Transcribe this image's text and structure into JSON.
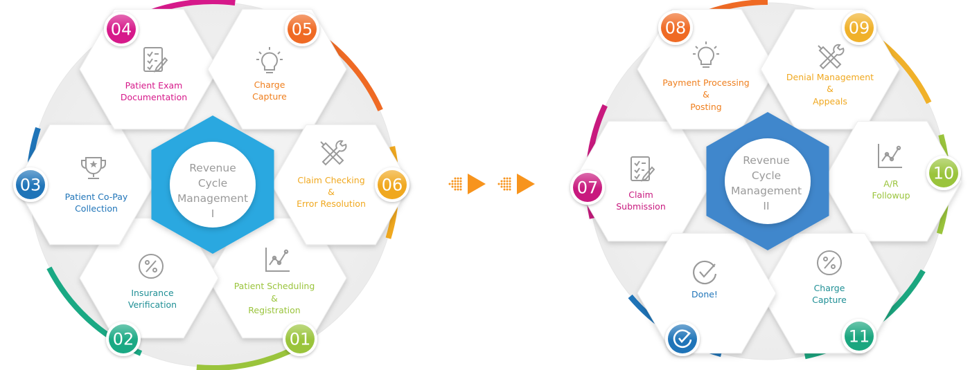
{
  "cycles": [
    {
      "center": {
        "lines": [
          "Revenue",
          "Cycle",
          "Management",
          "I"
        ],
        "color": "#2aa8e0"
      },
      "steps": [
        {
          "num": "01",
          "label": [
            "Patient Scheduling",
            "&",
            "Registration"
          ],
          "color": "#9ac43c",
          "icon": "line-chart-icon"
        },
        {
          "num": "02",
          "label": [
            "Insurance",
            "Verification"
          ],
          "color": "#1aa984",
          "icon": "percent-icon"
        },
        {
          "num": "03",
          "label": [
            "Patient Co-Pay",
            "Collection"
          ],
          "color": "#1f74b8",
          "icon": "trophy-icon"
        },
        {
          "num": "04",
          "label": [
            "Patient Exam",
            "Documentation"
          ],
          "color": "#d6198a",
          "icon": "checklist-icon"
        },
        {
          "num": "05",
          "label": [
            "Charge",
            "Capture"
          ],
          "color": "#ef6a24",
          "icon": "lightbulb-icon"
        },
        {
          "num": "06",
          "label": [
            "Claim Checking",
            "&",
            "Error Resolution"
          ],
          "color": "#f0a81f",
          "icon": "tools-icon"
        }
      ]
    },
    {
      "center": {
        "lines": [
          "Revenue",
          "Cycle",
          "Management",
          "II"
        ],
        "color": "#3f87cc"
      },
      "steps": [
        {
          "num": "07",
          "label": [
            "Claim",
            "Submission"
          ],
          "color": "#c8197e",
          "icon": "checklist-icon"
        },
        {
          "num": "08",
          "label": [
            "Payment Processing",
            "&",
            "Posting"
          ],
          "color": "#ef6a24",
          "icon": "lightbulb-icon"
        },
        {
          "num": "09",
          "label": [
            "Denial Management",
            "&",
            "Appeals"
          ],
          "color": "#f0b12a",
          "icon": "tools-icon"
        },
        {
          "num": "10",
          "label": [
            "A/R",
            "Followup"
          ],
          "color": "#9ac43c",
          "icon": "line-chart-icon"
        },
        {
          "num": "11",
          "label": [
            "Charge",
            "Capture"
          ],
          "color": "#1ba67f",
          "icon": "percent-icon"
        },
        {
          "num": "",
          "label": [
            "Done!"
          ],
          "color": "#1f74b8",
          "icon": "check-circle-icon"
        }
      ]
    }
  ],
  "arrow": {
    "color": "#f7941d",
    "icon": "dotted-arrow-icon"
  }
}
